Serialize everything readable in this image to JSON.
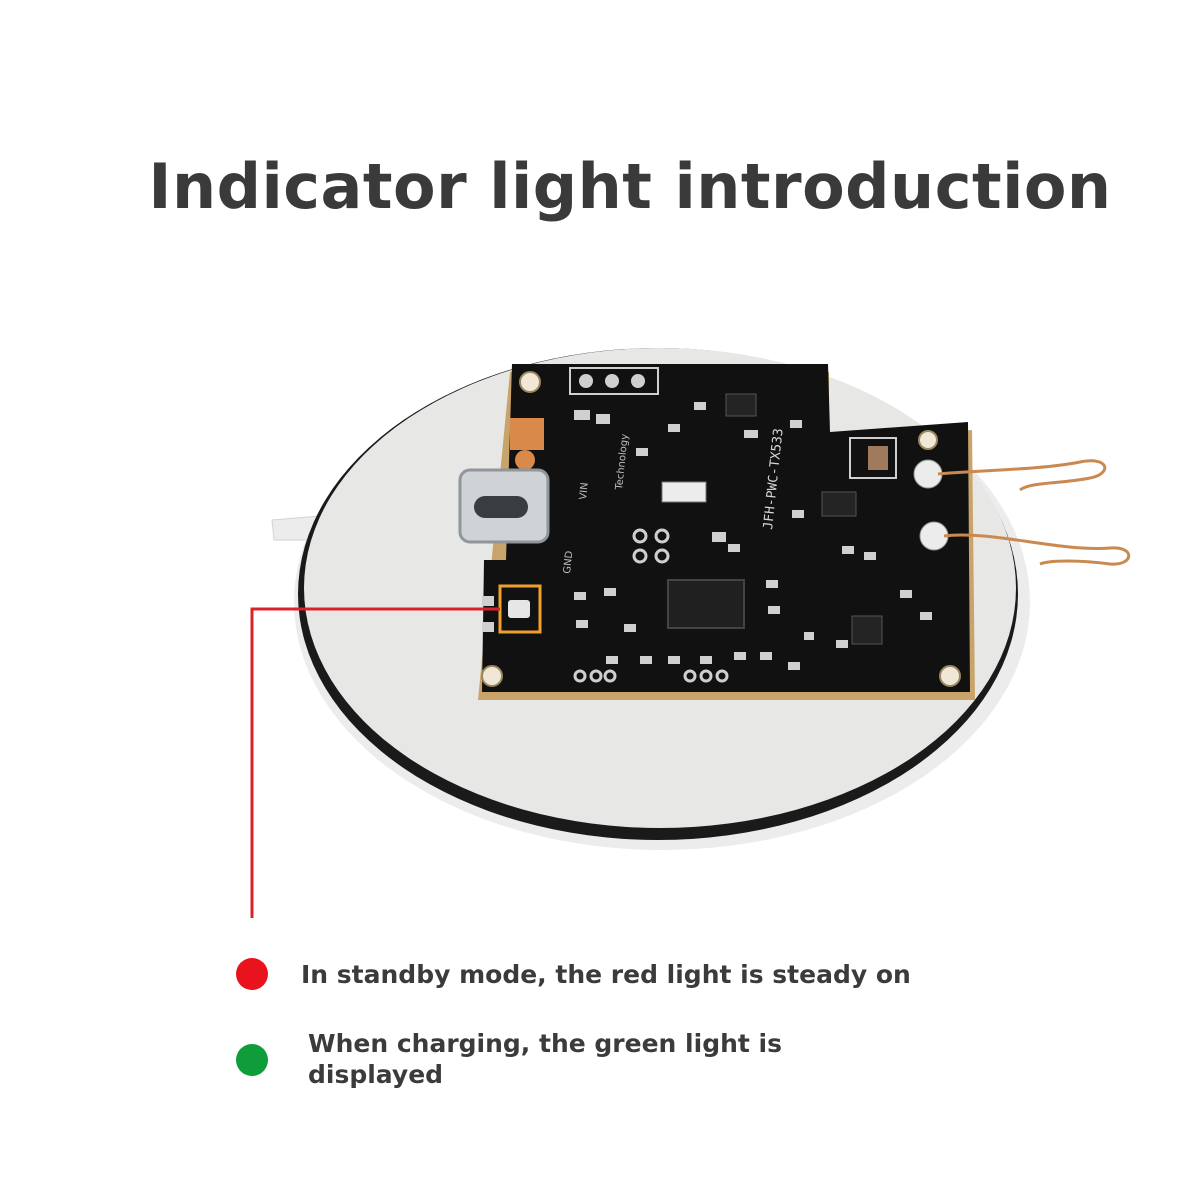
{
  "title": "Indicator light introduction",
  "legend": [
    {
      "text": "In standby mode, the red light is steady on",
      "color": "#e8131d",
      "icon": "red-light-dot"
    },
    {
      "text": "When charging, the green light is displayed",
      "color": "#0f9d3c",
      "icon": "green-light-dot"
    }
  ],
  "callout_color": "#d9232a",
  "highlight_color": "#f0a030",
  "board_silkscreen": {
    "model": "JFH-PWC-TX533",
    "technology": "Technology",
    "vin": "VIN",
    "gnd": "GND"
  }
}
